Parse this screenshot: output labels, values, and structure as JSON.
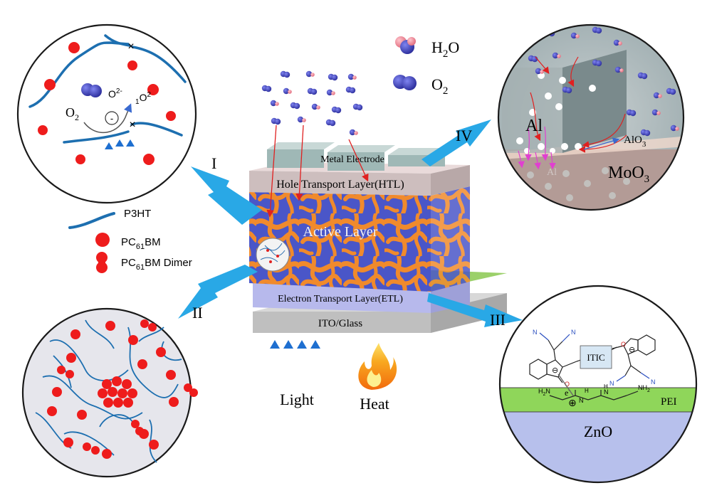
{
  "colors": {
    "blue_arrow": "#29a8e6",
    "p3ht": "#1d6fb0",
    "pcbm": "#ee1c1c",
    "o2": "#3b3fb8",
    "h2o_h": "#e88a96",
    "active_orange": "#f08a2c",
    "active_blue": "#4a56c8",
    "etl": "#b3b5e8",
    "ito": "#bdbdbd",
    "pei": "#8fd65a",
    "zno": "#b7c0ec"
  },
  "legend_top": {
    "h2o": {
      "base": "H",
      "sub": "2",
      "rest": "O"
    },
    "o2": {
      "base": "O",
      "sub": "2"
    }
  },
  "legend_left": {
    "p3ht": "P3HT",
    "pcbm": {
      "pre": "PC",
      "sub": "61",
      "post": "BM"
    },
    "dimer": {
      "pre": "PC",
      "sub": "61",
      "post": "BM Dimer"
    }
  },
  "device": {
    "metal_electrode": "Metal Electrode",
    "htl": "Hole Transport Layer(HTL)",
    "active": "Active Layer",
    "etl": "Electron Transport Layer(ETL)",
    "ito": "ITO/Glass"
  },
  "arrows": {
    "i": "I",
    "ii": "II",
    "iii": "III",
    "iv": "IV"
  },
  "bottom": {
    "light": "Light",
    "heat": "Heat"
  },
  "circle_i": {
    "o2": {
      "base": "O",
      "sub": "2"
    },
    "superoxide": {
      "base": "O",
      "sup": "2-"
    },
    "singlet": {
      "pre": "1",
      "base": "O",
      "sup": "2"
    },
    "electron": "-",
    "mark": "×"
  },
  "circle_iii": {
    "itic": "ITIC",
    "electron": "e",
    "electron_sup": "-",
    "pei": "PEI",
    "zno": "ZnO",
    "plus": "⊕",
    "n_label": "N",
    "h_label": "H",
    "o_label": "O",
    "nh2_label": "NH",
    "nh2_sub": "2",
    "h2n_label": "H",
    "h2n_sub": "2",
    "h2n_post": "N",
    "neg": "⊖"
  },
  "circle_iv": {
    "al": "Al",
    "alo3": {
      "base": "AlO",
      "sub": "3"
    },
    "al_small": "Al",
    "moo3": {
      "base": "MoO",
      "sub": "3"
    }
  }
}
